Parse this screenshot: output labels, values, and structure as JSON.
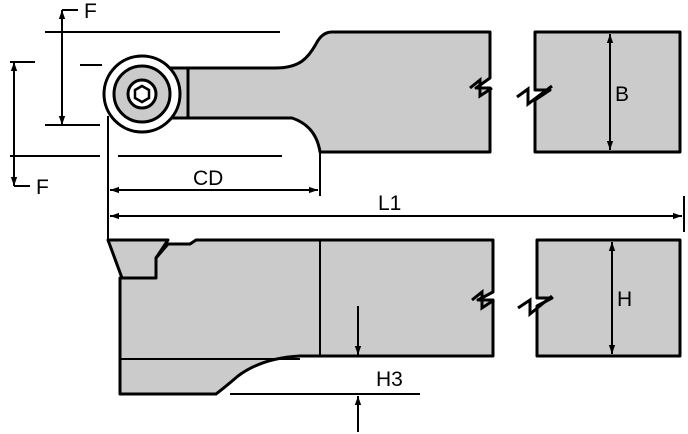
{
  "labels": {
    "f_top": "F",
    "f_bottom": "F",
    "cd": "CD",
    "l1": "L1",
    "b": "B",
    "h": "H",
    "h3": "H3"
  },
  "colors": {
    "body": "#cbcbcb",
    "stroke": "#000000",
    "background": "#ffffff"
  }
}
